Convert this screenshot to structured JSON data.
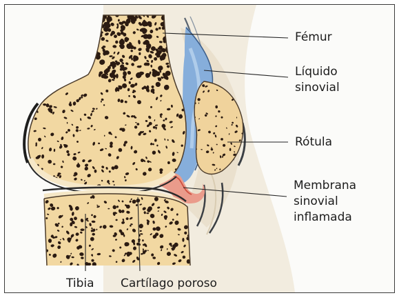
{
  "labels": {
    "femur": "Fémur",
    "synovial_fluid": "Líquido\nsinovial",
    "patella": "Rótula",
    "inflamed_membrane": "Membrana\nsinovial\ninflamada",
    "tibia": "Tibia",
    "porous_cartilage": "Cartílago poroso"
  },
  "colors": {
    "bone": "#f3d9a4",
    "bone_pores": "#2a1a12",
    "synovial_fluid": "#7fa8d8",
    "inflamed_membrane": "#e89a8c",
    "cartilage": "#f6e6c2",
    "soft_tissue": "#ede6d6"
  }
}
